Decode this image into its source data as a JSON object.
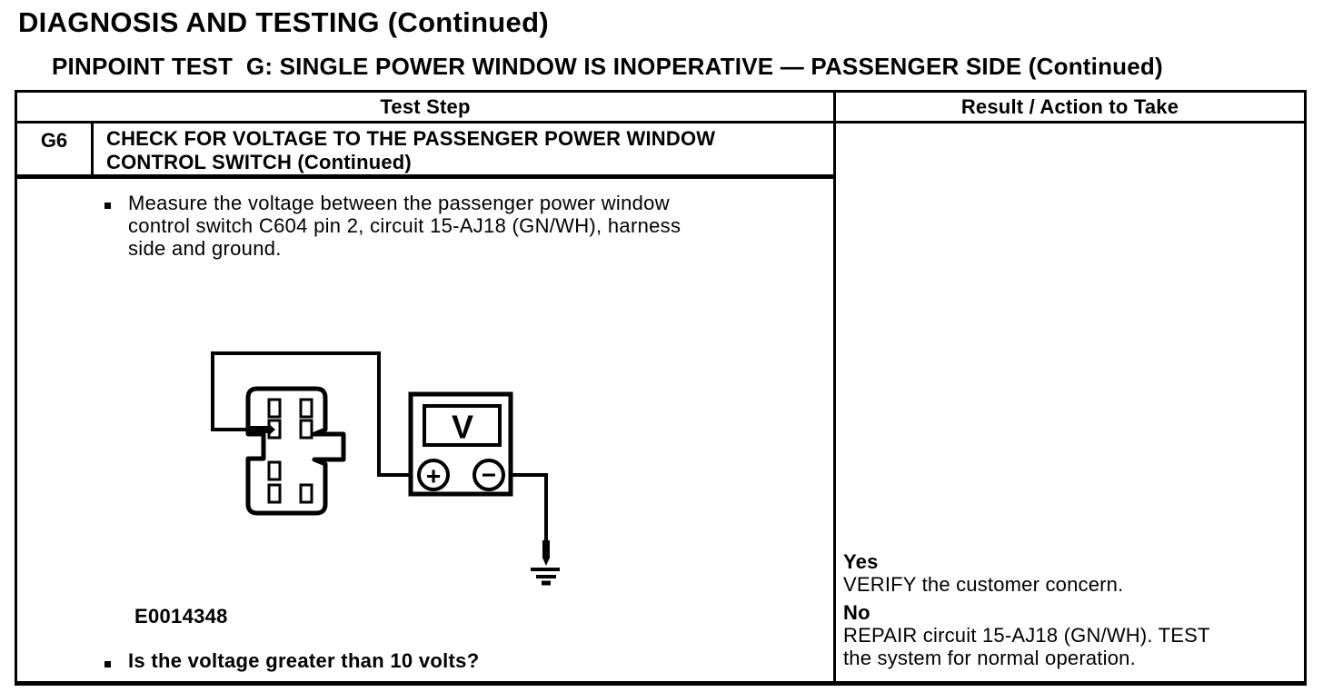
{
  "page": {
    "title": "DIAGNOSIS AND TESTING (Continued)",
    "subtitle": "PINPOINT TEST  G: SINGLE POWER WINDOW IS INOPERATIVE — PASSENGER SIDE (Continued)"
  },
  "table": {
    "headers": {
      "test_step": "Test Step",
      "result": "Result / Action to Take"
    },
    "step": {
      "id": "G6",
      "heading": "CHECK FOR VOLTAGE TO THE PASSENGER POWER WINDOW\nCONTROL SWITCH (Continued)",
      "instruction": "Measure the voltage between the passenger power window\ncontrol switch C604 pin 2, circuit 15-AJ18 (GN/WH), harness\nside and ground.",
      "figure_id": "E0014348",
      "question": "Is the voltage greater than 10 volts?"
    },
    "results": {
      "yes_label": "Yes",
      "yes_action": "VERIFY the customer concern.",
      "no_label": "No",
      "no_action": "REPAIR circuit 15-AJ18 (GN/WH). TEST\nthe system for normal operation."
    }
  },
  "diagram": {
    "meter_label": "V",
    "positive_label": "+",
    "negative_label": "−"
  },
  "colors": {
    "ink": "#000000",
    "paper": "#ffffff"
  }
}
